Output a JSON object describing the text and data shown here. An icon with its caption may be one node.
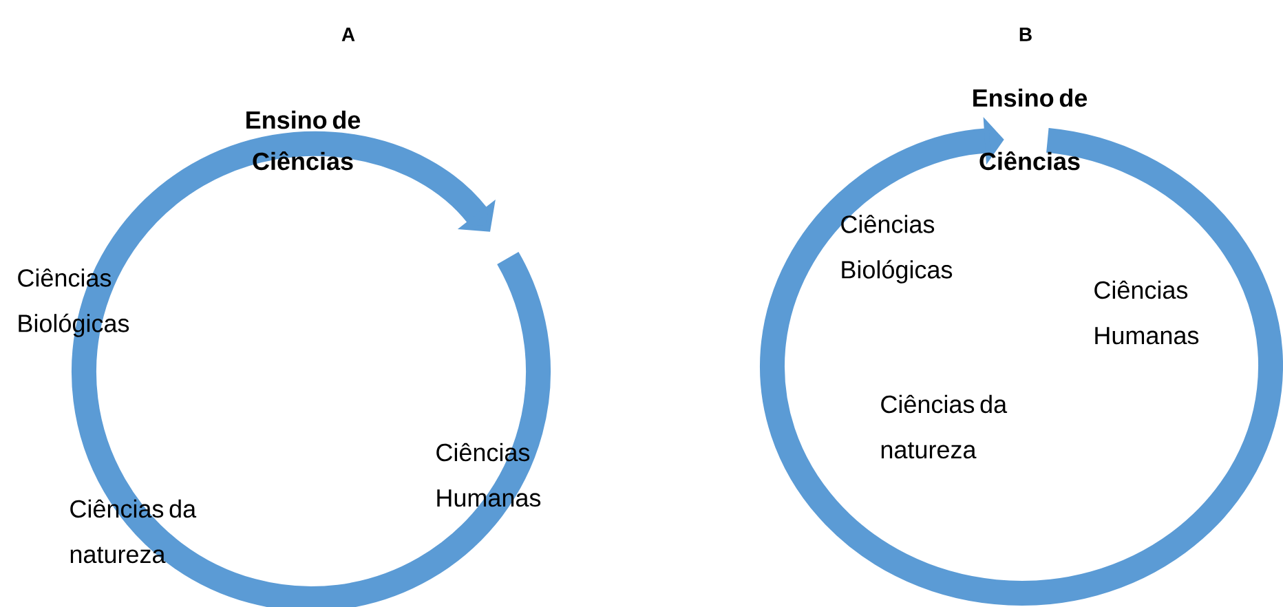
{
  "diagram": {
    "labels": [
      "A",
      "Ensino de Ciências",
      "Ciências Biológicas",
      "Ciências Humanas",
      "Ciências da natureza",
      "B",
      "Ensino de Ciências",
      "Ciências Biológicas",
      "Ciências Humanas",
      "Ciências da natureza"
    ]
  }
}
